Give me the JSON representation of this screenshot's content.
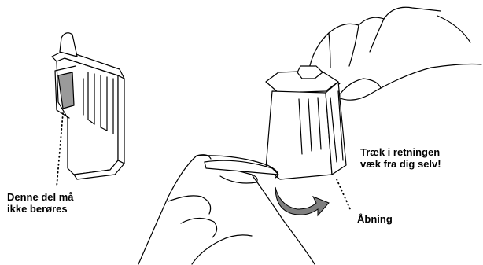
{
  "labels": {
    "do_not_touch": [
      "Denne del må",
      "ikke berøres"
    ],
    "pull_direction": [
      "Træk i retningen",
      "væk fra dig selv!"
    ],
    "opening": "Åbning"
  },
  "colors": {
    "line": "#000000",
    "contact_area": "#9a9a9a",
    "arrow": "#7f7f7f",
    "background": "#ffffff"
  },
  "icons": [
    "ink-cartridge-illustration",
    "hands-illustration",
    "pull-direction-arrow-icon"
  ]
}
